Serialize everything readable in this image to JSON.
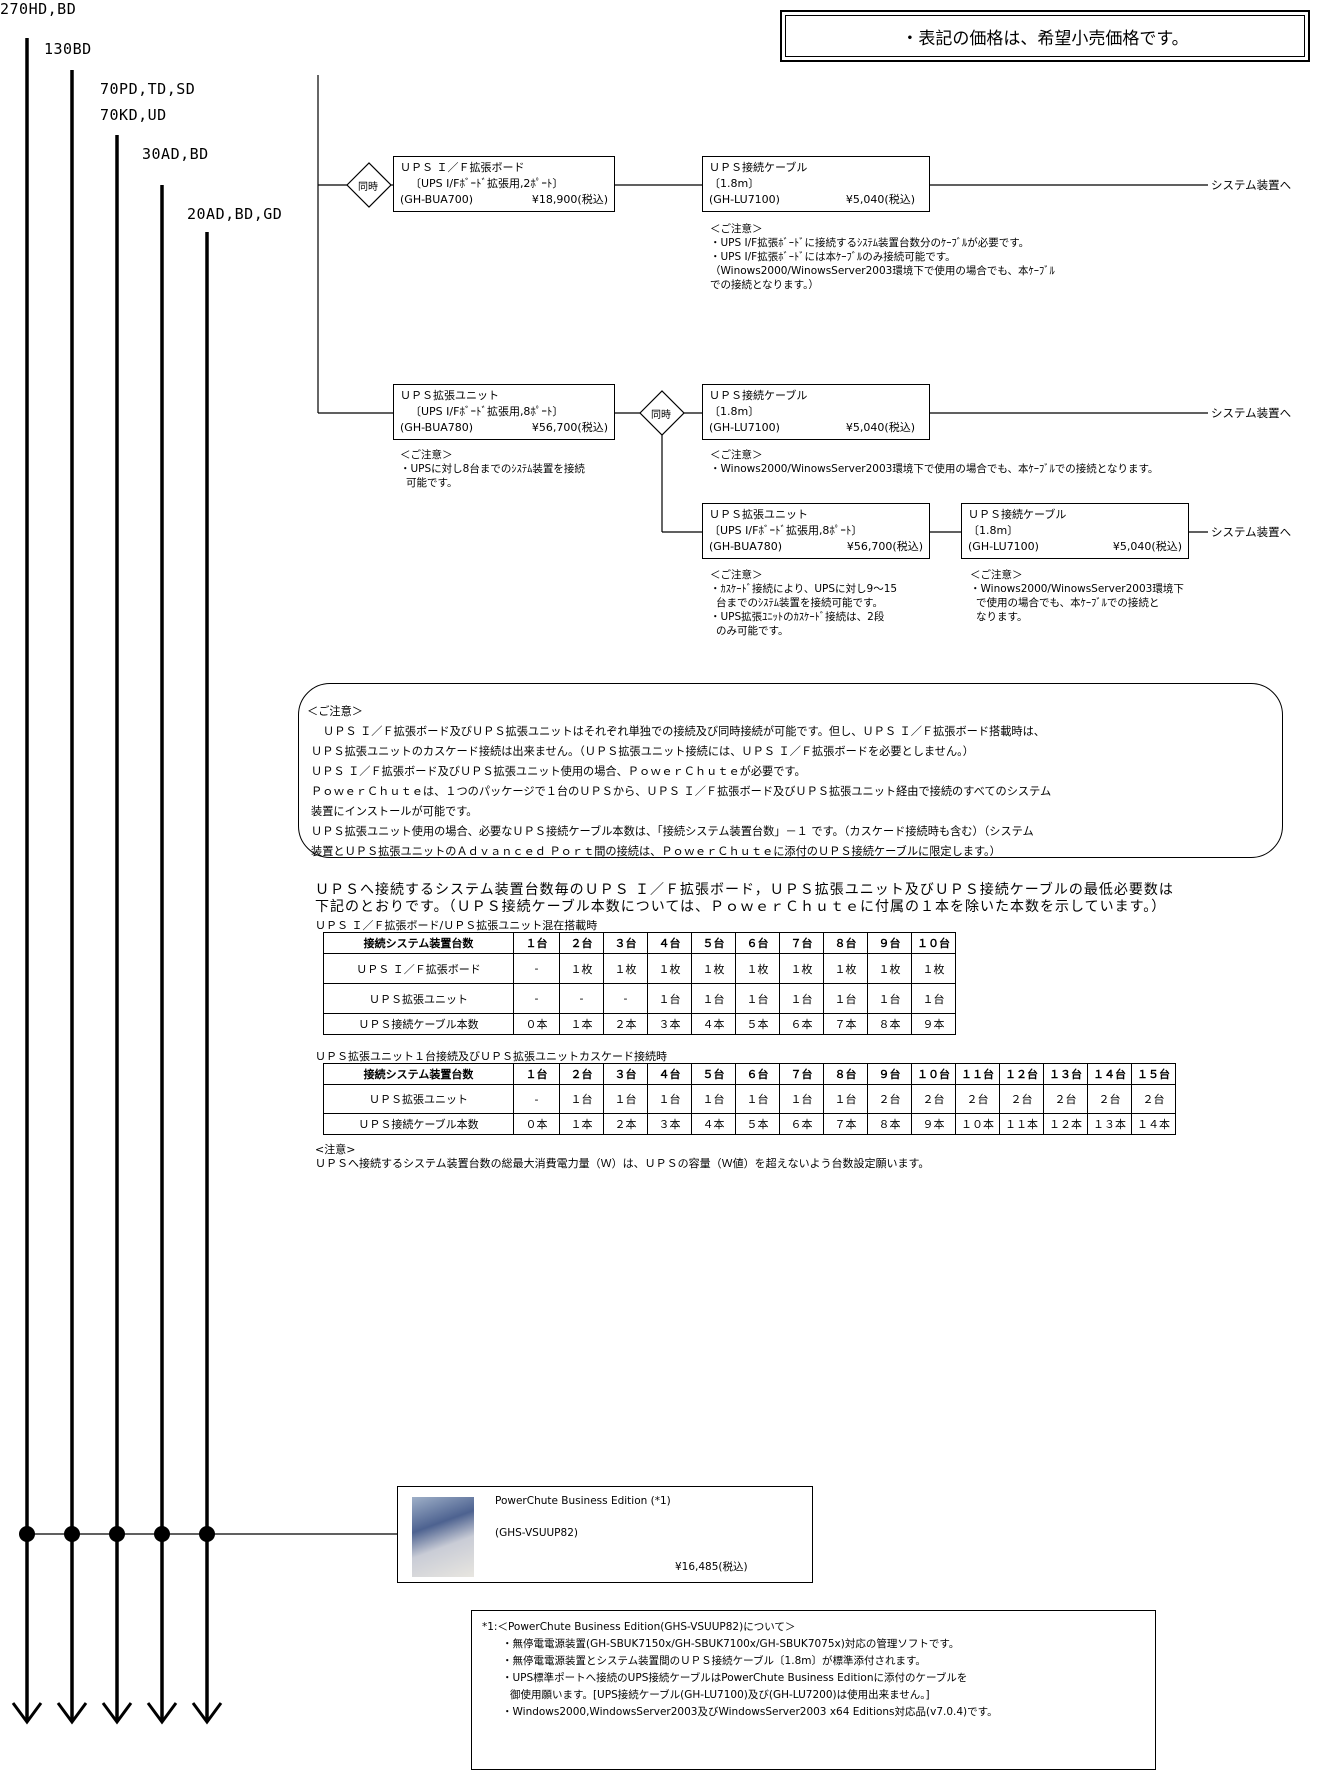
{
  "price_notice": "・表記の価格は、希望小売価格です。",
  "systems": [
    "270HD,BD",
    "130BD",
    "70PD,TD,SD",
    "70KD,UD",
    "30AD,BD",
    "20AD,BD,GD"
  ],
  "simultaneous_label": "同時",
  "board1": {
    "name": "ＵＰＳ Ｉ／Ｆ拡張ボード",
    "sub": "〔UPS I/Fﾎﾞｰﾄﾞ拡張用,2ﾎﾟｰﾄ〕",
    "code": "(GH-BUA700)",
    "price": "¥18,900(税込)"
  },
  "cable1": {
    "name": "ＵＰＳ接続ケーブル",
    "sub": "〔1.8m〕",
    "code": "(GH-LU7100)",
    "price": "¥5,040(税込)"
  },
  "cable1_note": [
    "＜ご注意＞",
    "・UPS I/F拡張ﾎﾞｰﾄﾞに接続するｼｽﾃﾑ装置台数分のｹｰﾌﾞﾙが必要です。",
    "・UPS I/F拡張ﾎﾞｰﾄﾞには本ｹｰﾌﾞﾙのみ接続可能です。",
    "（Winows2000/WinowsServer2003環境下で使用の場合でも、本ｹｰﾌﾞﾙ",
    "での接続となります。）"
  ],
  "dest_label": "システム装置へ",
  "unit1": {
    "name": "ＵＰＳ拡張ユニット",
    "sub": "〔UPS I/Fﾎﾞｰﾄﾞ拡張用,8ﾎﾟｰﾄ〕",
    "code": "(GH-BUA780)",
    "price": "¥56,700(税込)"
  },
  "unit1_note": [
    "＜ご注意＞",
    "・UPSに対し8台までのｼｽﾃﾑ装置を接続",
    "可能です。"
  ],
  "cable2": {
    "name": "ＵＰＳ接続ケーブル",
    "sub": "〔1.8m〕",
    "code": "(GH-LU7100)",
    "price": "¥5,040(税込)"
  },
  "cable2_note": [
    "＜ご注意＞",
    "・Winows2000/WinowsServer2003環境下で使用の場合でも、本ｹｰﾌﾞﾙでの接続となります。"
  ],
  "unit2": {
    "name": "ＵＰＳ拡張ユニット",
    "sub": "〔UPS I/Fﾎﾞｰﾄﾞ拡張用,8ﾎﾟｰﾄ〕",
    "code": "(GH-BUA780)",
    "price": "¥56,700(税込)"
  },
  "unit2_note": [
    "＜ご注意＞",
    "・ｶｽｹｰﾄﾞ接続により、UPSに対し9～15",
    "台までのｼｽﾃﾑ装置を接続可能です。",
    "・UPS拡張ﾕﾆｯﾄのｶｽｹｰﾄﾞ接続は、2段",
    "のみ可能です。"
  ],
  "cable3": {
    "name": "ＵＰＳ接続ケーブル",
    "sub": "〔1.8m〕",
    "code": "(GH-LU7100)",
    "price": "¥5,040(税込)"
  },
  "cable3_note": [
    "＜ご注意＞",
    "・Winows2000/WinowsServer2003環境下",
    "で使用の場合でも、本ｹｰﾌﾞﾙでの接続と",
    "なります。"
  ],
  "general_note": [
    "＜ご注意＞",
    "ＵＰＳ Ｉ／Ｆ拡張ボード及びＵＰＳ拡張ユニットはそれぞれ単独での接続及び同時接続が可能です。但し、ＵＰＳ Ｉ／Ｆ拡張ボード搭載時は、",
    "ＵＰＳ拡張ユニットのカスケード接続は出来ません。（ＵＰＳ拡張ユニット接続には、ＵＰＳ Ｉ／Ｆ拡張ボードを必要としません。）",
    "ＵＰＳ Ｉ／Ｆ拡張ボード及びＵＰＳ拡張ユニット使用の場合、ＰｏｗｅｒＣｈｕｔｅが必要です。",
    "ＰｏｗｅｒＣｈｕｔｅは、１つのパッケージで１台のＵＰＳから、ＵＰＳ Ｉ／Ｆ拡張ボード及びＵＰＳ拡張ユニット経由で接続のすべてのシステム",
    "装置にインストールが可能です。",
    "ＵＰＳ拡張ユニット使用の場合、必要なＵＰＳ接続ケーブル本数は、「接続システム装置台数」－１ です。（カスケード接続時も含む）（システム",
    "装置とＵＰＳ拡張ユニットのＡｄｖａｎｃｅｄ Ｐｏｒｔ間の接続は、ＰｏｗｅｒＣｈｕｔｅに添付のＵＰＳ接続ケーブルに限定します。）"
  ],
  "tables_intro": [
    "ＵＰＳへ接続するシステム装置台数毎のＵＰＳ Ｉ／Ｆ拡張ボード，ＵＰＳ拡張ユニット及びＵＰＳ接続ケーブルの最低必要数は",
    "下記のとおりです。（ＵＰＳ接続ケーブル本数については、ＰｏｗｅｒＣｈｕｔｅに付属の１本を除いた本数を示しています。）"
  ],
  "table1": {
    "caption": "ＵＰＳ Ｉ／Ｆ拡張ボード/ＵＰＳ拡張ユニット混在搭載時",
    "header": [
      "接続システム装置台数",
      "１台",
      "２台",
      "３台",
      "４台",
      "５台",
      "６台",
      "７台",
      "８台",
      "９台",
      "１０台"
    ],
    "rows": [
      [
        "ＵＰＳ Ｉ／Ｆ拡張ボード",
        "-",
        "１枚",
        "１枚",
        "１枚",
        "１枚",
        "１枚",
        "１枚",
        "１枚",
        "１枚",
        "１枚"
      ],
      [
        "ＵＰＳ拡張ユニット",
        "-",
        "-",
        "-",
        "１台",
        "１台",
        "１台",
        "１台",
        "１台",
        "１台",
        "１台"
      ],
      [
        "ＵＰＳ接続ケーブル本数",
        "０本",
        "１本",
        "２本",
        "３本",
        "４本",
        "５本",
        "６本",
        "７本",
        "８本",
        "９本"
      ]
    ]
  },
  "table2": {
    "caption": "ＵＰＳ拡張ユニット１台接続及びＵＰＳ拡張ユニットカスケード接続時",
    "header": [
      "接続システム装置台数",
      "１台",
      "２台",
      "３台",
      "４台",
      "５台",
      "６台",
      "７台",
      "８台",
      "９台",
      "１０台",
      "１１台",
      "１２台",
      "１３台",
      "１４台",
      "１５台"
    ],
    "rows": [
      [
        "ＵＰＳ拡張ユニット",
        "-",
        "１台",
        "１台",
        "１台",
        "１台",
        "１台",
        "１台",
        "１台",
        "２台",
        "２台",
        "２台",
        "２台",
        "２台",
        "２台",
        "２台"
      ],
      [
        "ＵＰＳ接続ケーブル本数",
        "０本",
        "１本",
        "２本",
        "３本",
        "４本",
        "５本",
        "６本",
        "７本",
        "８本",
        "９本",
        "１０本",
        "１１本",
        "１２本",
        "１３本",
        "１４本"
      ]
    ]
  },
  "power_note": [
    "<注意>",
    "ＵＰＳへ接続するシステム装置台数の総最大消費電力量（Ｗ）は、ＵＰＳの容量（Ｗ値）を超えないよう台数設定願います。"
  ],
  "product": {
    "name": "PowerChute Business Edition (*1)",
    "code": "(GHS-VSUUP82)",
    "price": "¥16,485(税込)"
  },
  "footnote": [
    "*1:＜PowerChute Business Edition(GHS-VSUUP82)について＞",
    "・無停電電源装置(GH-SBUK7150x/GH-SBUK7100x/GH-SBUK7075x)対応の管理ソフトです。",
    "・無停電電源装置とシステム装置間のＵＰＳ接続ケーブル〔1.8m〕が標準添付されます。",
    "・UPS標準ポートへ接続のUPS接続ケーブルはPowerChute Business Editionに添付のケーブルを",
    "御使用願います。[UPS接続ケーブル(GH-LU7100)及び(GH-LU7200)は使用出来ません。]",
    "・Windows2000,WindowsServer2003及びWindowsServer2003 x64 Editions対応品(v7.0.4)です。"
  ]
}
